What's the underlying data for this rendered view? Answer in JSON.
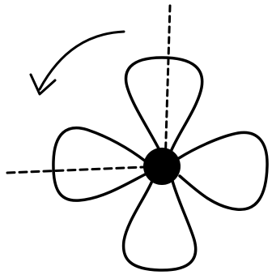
{
  "diagram": {
    "subject": "four-blade-propeller-sketch",
    "blade_count": 4,
    "rotation_direction": "counterclockwise",
    "icons": [
      "rotation-arrow-icon",
      "propeller-icon"
    ],
    "colors": {
      "ink": "#000000",
      "background": "#ffffff"
    }
  }
}
